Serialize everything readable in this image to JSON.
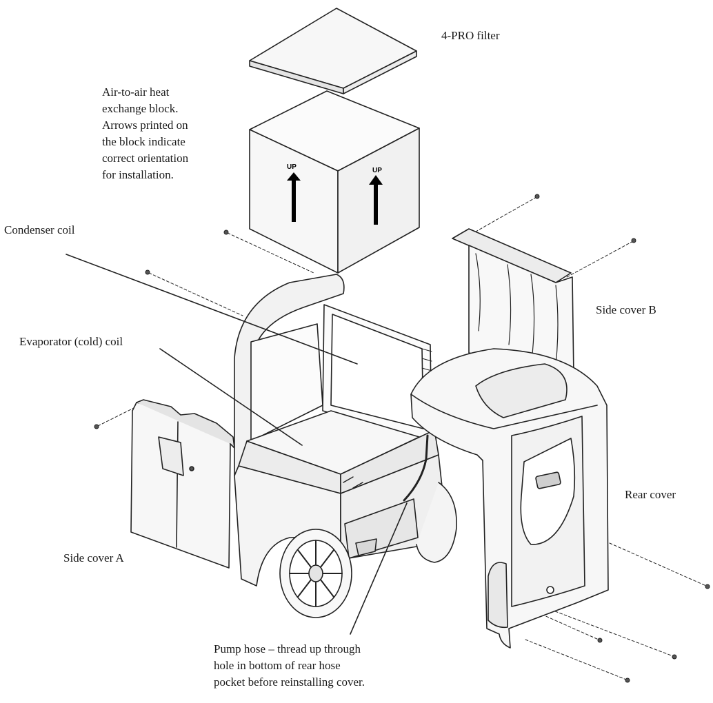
{
  "labels": {
    "filter": "4-PRO filter",
    "heat_exchanger": [
      "Air-to-air heat",
      "exchange block.",
      "Arrows printed on",
      "the block indicate",
      "correct orientation",
      "for installation."
    ],
    "condenser": "Condenser coil",
    "evaporator": "Evaporator (cold) coil",
    "side_cover_b": "Side cover B",
    "side_cover_a": "Side cover A",
    "rear_cover": "Rear cover",
    "pump_hose": [
      "Pump hose – thread up through",
      "hole in bottom of rear hose",
      "pocket before reinstalling cover."
    ]
  },
  "block_markings": {
    "left_face": "UP",
    "right_face": "UP"
  },
  "colors": {
    "line": "#222222",
    "panel_fill": "#f7f7f7",
    "shade_fill": "#e4e4e4",
    "text": "#1a1a1a"
  }
}
